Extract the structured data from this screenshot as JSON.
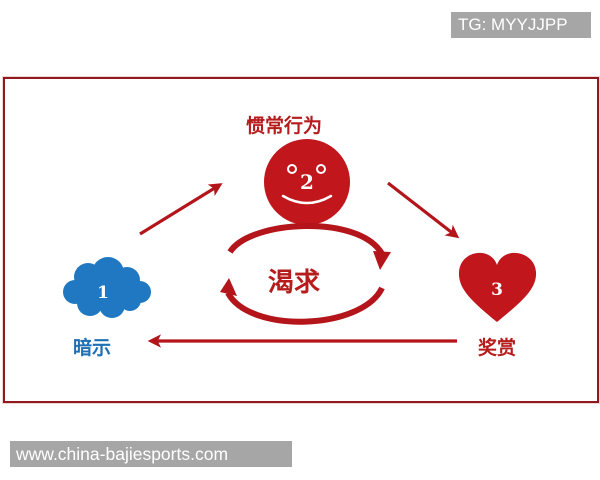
{
  "watermarks": {
    "top": "TG: MYYJJPP",
    "bottom": "www.china-bajiesports.com"
  },
  "diagram": {
    "title": "",
    "center": {
      "label": "渴求",
      "meaning": "craving"
    },
    "nodes": [
      {
        "id": 1,
        "number": "1",
        "label": "暗示",
        "shape": "cloud",
        "color": "#1f78c1",
        "position": "left"
      },
      {
        "id": 2,
        "number": "2",
        "label": "惯常行为",
        "shape": "smiley-face-circle",
        "color": "#c0161c",
        "position": "top"
      },
      {
        "id": 3,
        "number": "3",
        "label": "奖赏",
        "shape": "heart",
        "color": "#c0161c",
        "position": "right"
      }
    ],
    "edges": [
      {
        "from": 1,
        "to": 2,
        "style": "arrow"
      },
      {
        "from": 2,
        "to": 3,
        "style": "arrow"
      },
      {
        "from": 3,
        "to": 1,
        "style": "arrow"
      }
    ],
    "cycle_arrows": "two curved arrows forming a loop around center",
    "colors": {
      "frame": "#8e1a1f",
      "accent_red": "#c0161c",
      "accent_blue": "#1f78c1",
      "watermark_bg": "#a6a6a6"
    }
  }
}
